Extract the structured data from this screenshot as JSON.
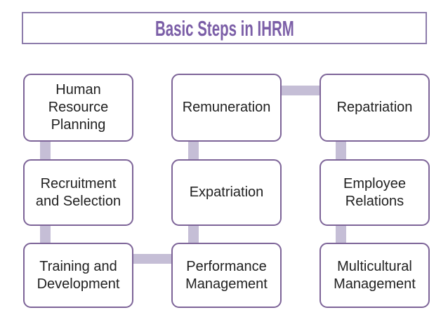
{
  "slide": {
    "title": "Basic Steps in IHRM"
  },
  "colors": {
    "background": "#ffffff",
    "title_text": "#7b5ea7",
    "title_box_border": "#8d7cab",
    "box_border": "#7d6498",
    "box_fill": "#ffffff",
    "box_text": "#212121",
    "connector_fill": "#c5bed6"
  },
  "diagram": {
    "type": "process-flow-snake",
    "boxes": [
      {
        "id": "human-resource-planning",
        "text": "Human\nResource\nPlanning",
        "row": 1,
        "col": 1
      },
      {
        "id": "remuneration",
        "text": "Remuneration",
        "row": 1,
        "col": 2
      },
      {
        "id": "repatriation",
        "text": "Repatriation",
        "row": 1,
        "col": 3
      },
      {
        "id": "recruitment-and-selection",
        "text": "Recruitment\nand Selection",
        "row": 2,
        "col": 1
      },
      {
        "id": "expatriation",
        "text": "Expatriation",
        "row": 2,
        "col": 2
      },
      {
        "id": "employee-relations",
        "text": "Employee\nRelations",
        "row": 2,
        "col": 3
      },
      {
        "id": "training-and-development",
        "text": "Training and\nDevelopment",
        "row": 3,
        "col": 1
      },
      {
        "id": "performance-management",
        "text": "Performance\nManagement",
        "row": 3,
        "col": 2
      },
      {
        "id": "multicultural-management",
        "text": "Multicultural\nManagement",
        "row": 3,
        "col": 3
      }
    ],
    "connections": [
      {
        "from": "human-resource-planning",
        "to": "recruitment-and-selection",
        "orientation": "vertical"
      },
      {
        "from": "recruitment-and-selection",
        "to": "training-and-development",
        "orientation": "vertical"
      },
      {
        "from": "training-and-development",
        "to": "performance-management",
        "orientation": "horizontal"
      },
      {
        "from": "performance-management",
        "to": "expatriation",
        "orientation": "vertical"
      },
      {
        "from": "expatriation",
        "to": "remuneration",
        "orientation": "vertical"
      },
      {
        "from": "remuneration",
        "to": "repatriation",
        "orientation": "horizontal"
      },
      {
        "from": "repatriation",
        "to": "employee-relations",
        "orientation": "vertical"
      },
      {
        "from": "employee-relations",
        "to": "multicultural-management",
        "orientation": "vertical"
      }
    ]
  }
}
